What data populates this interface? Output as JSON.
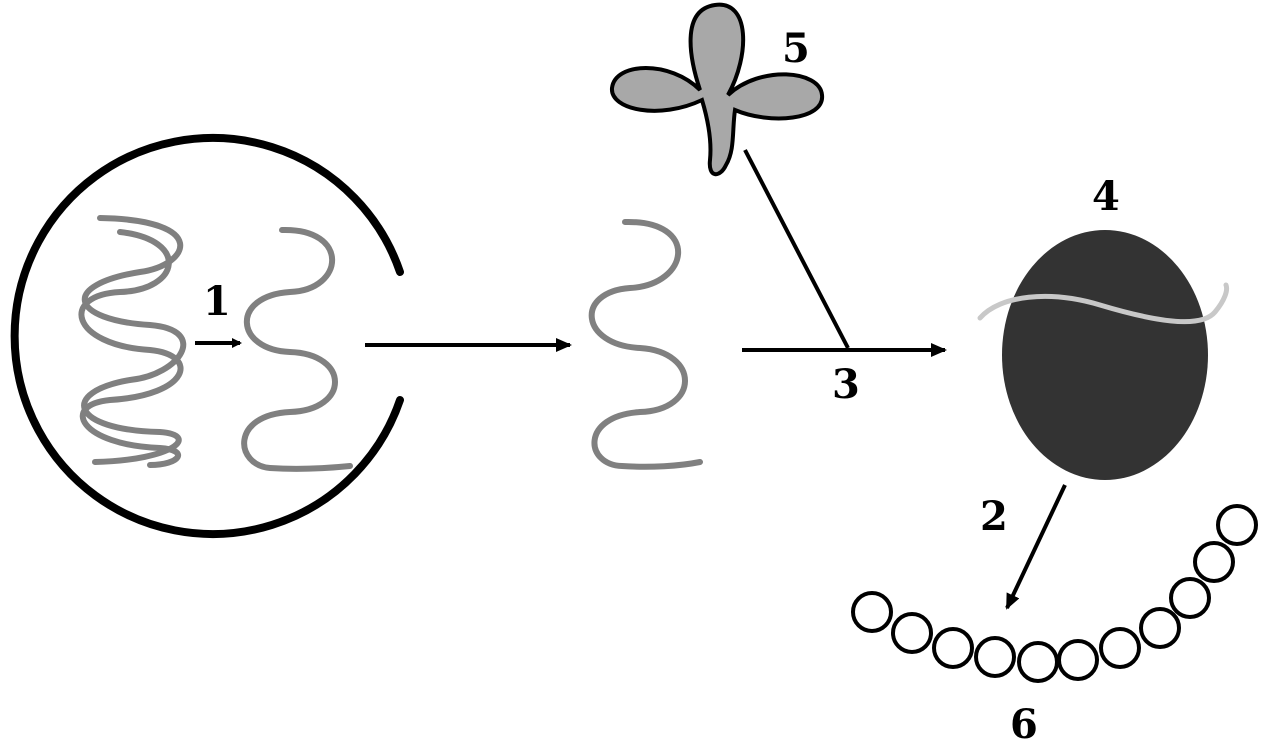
{
  "labels": {
    "step1": "1",
    "step2": "2",
    "step3": "3",
    "ribosome": "4",
    "trna": "5",
    "polypeptide": "6"
  },
  "colors": {
    "stroke": "#000000",
    "nucleic_acid": "#808080",
    "trna_fill": "#a8a8a8",
    "ribosome_fill": "#333333",
    "ribosome_mrna": "#c8c8c8"
  }
}
